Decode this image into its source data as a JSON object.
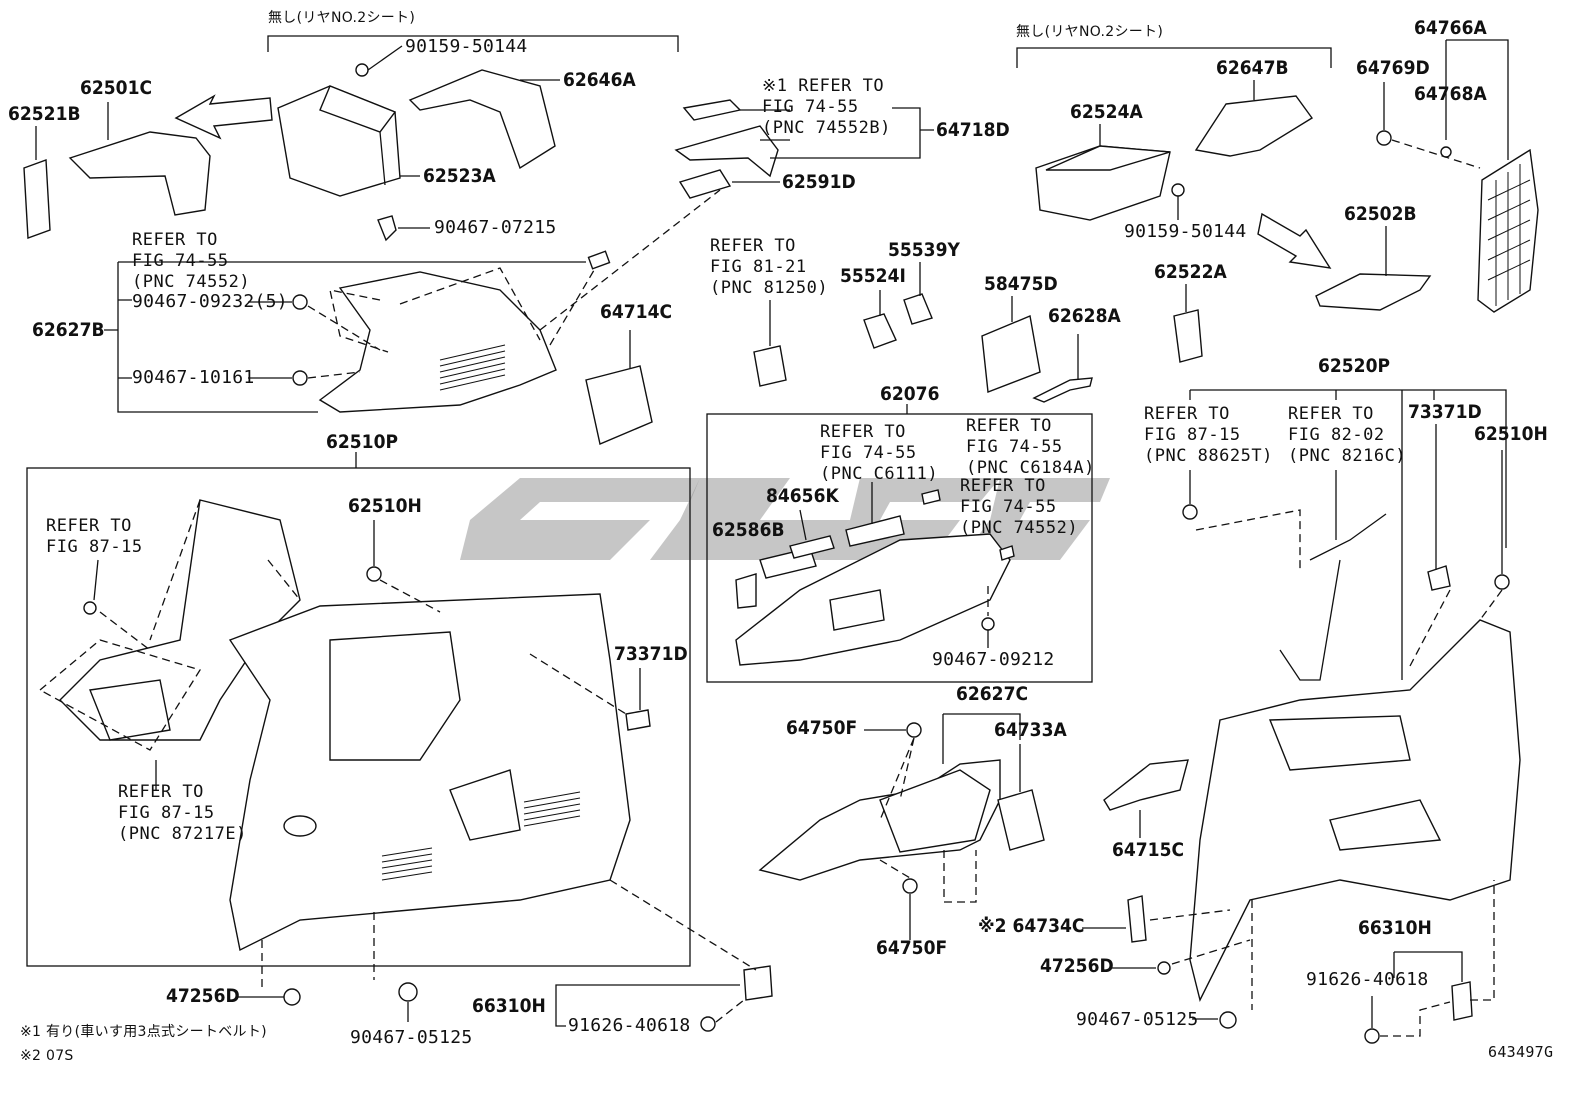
{
  "diagram_id": "643497G",
  "top_notes": {
    "left_no_seat": "無し(リヤNO.2シート)",
    "right_no_seat": "無し(リヤNO.2シート)"
  },
  "parts": {
    "p62521B": "62521B",
    "p62501C": "62501C",
    "p90159_50144_a": "90159-50144",
    "p62646A": "62646A",
    "p62523A": "62523A",
    "p90467_07215": "90467-07215",
    "p64718D": "64718D",
    "p62591D": "62591D",
    "p62627B": "62627B",
    "p90467_09232": "90467-09232(5)",
    "p90467_10161": "90467-10161",
    "p62510P": "62510P",
    "p64714C": "64714C",
    "p55539Y": "55539Y",
    "p55524I": "55524I",
    "p58475D": "58475D",
    "p62628A": "62628A",
    "p62076": "62076",
    "p84656K": "84656K",
    "p62586B": "62586B",
    "p90467_09212": "90467-09212",
    "p62627C": "62627C",
    "p64750F_a": "64750F",
    "p64733A": "64733A",
    "p64750F_b": "64750F",
    "p62524A": "62524A",
    "p62647B": "62647B",
    "p90159_50144_b": "90159-50144",
    "p62522A": "62522A",
    "p62502B": "62502B",
    "p64766A": "64766A",
    "p64769D": "64769D",
    "p64768A": "64768A",
    "p62520P": "62520P",
    "p73371D_a": "73371D",
    "p62510H_a": "62510H",
    "p62510H_b": "62510H",
    "p73371D_b": "73371D",
    "p64715C": "64715C",
    "p64734C": "※2 64734C",
    "p47256D_a": "47256D",
    "p47256D_b": "47256D",
    "p90467_05125_a": "90467-05125",
    "p90467_05125_b": "90467-05125",
    "p66310H_a": "66310H",
    "p66310H_b": "66310H",
    "p91626_40618_a": "91626-40618",
    "p91626_40618_b": "91626-40618"
  },
  "refs": {
    "r1": "※1 REFER TO\nFIG 74-55\n(PNC 74552B)",
    "r2": "REFER TO\nFIG 74-55\n(PNC 74552)",
    "r3": "REFER TO\nFIG 81-21\n(PNC 81250)",
    "r4": "REFER TO\nFIG 74-55\n(PNC C6111)",
    "r5": "REFER TO\nFIG 74-55\n(PNC C6184A)",
    "r6": "REFER TO\nFIG 74-55\n(PNC 74552)",
    "r7": "REFER TO\nFIG 87-15",
    "r8": "REFER TO\nFIG 87-15\n(PNC 87217E)",
    "r9": "REFER TO\nFIG 87-15\n(PNC 88625T)",
    "r10": "REFER TO\nFIG 82-02\n(PNC 8216C)"
  },
  "footnotes": {
    "n1": "※1 有り(車いす用3点式シートベルト)",
    "n2": "※2 07S"
  }
}
